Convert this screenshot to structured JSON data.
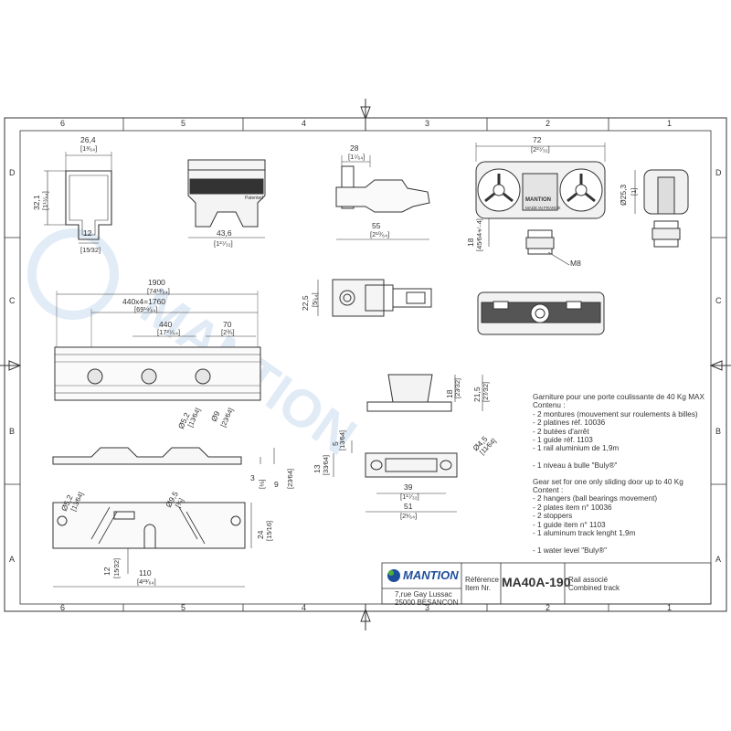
{
  "grid": {
    "cols_top": [
      "6",
      "5",
      "4",
      "3",
      "2",
      "1"
    ],
    "cols_bottom": [
      "6",
      "5",
      "4",
      "3",
      "2",
      "1"
    ],
    "rows_left": [
      "D",
      "C",
      "B",
      "A"
    ],
    "rows_right": [
      "D",
      "C",
      "B",
      "A"
    ]
  },
  "dims": {
    "rail_width": "26,4",
    "rail_width_in": "[1³⁄₆₄]",
    "rail_height": "32,1",
    "rail_height_in": "[1¹⁷⁄₆₄]",
    "rail_slot": "12",
    "rail_slot_in": "[15⁄32]",
    "guide_width": "43,6",
    "guide_width_in": "[1²⁷⁄₃₂]",
    "stopper_top": "28",
    "stopper_top_in": "[1⁷⁄₆₄]",
    "stopper_len": "55",
    "stopper_len_in": "[2¹⁰⁄₆₄]",
    "hanger_width": "72",
    "hanger_width_in": "[2²⁷⁄₃₂]",
    "hanger_height": "18",
    "hanger_height_in": "[45⁄64+⁄₋4]",
    "wheel_dia": "Ø25,3",
    "wheel_dia_in": "[1]",
    "bolt": "M8",
    "stopper_plan": "22,5",
    "stopper_plan_in": "[5⁄₆₄]",
    "track_len": "1900",
    "track_len_in": "[74¹³⁄₆₄]",
    "track_span": "440x4=1760",
    "track_span_in": "[69¹⁹⁄₆₄]",
    "track_pitch": "440",
    "track_pitch_in": "[17²⁷⁄₆₄]",
    "track_end": "70",
    "track_end_in": "[2¾]",
    "hole_a": "Ø5,2",
    "hole_a_in": "[13⁄64]",
    "hole_b": "Ø9",
    "hole_b_in": "[23⁄64]",
    "block_h1": "18",
    "block_h1_in": "[23⁄32]",
    "block_h2": "21,5",
    "block_h2_in": "[27⁄32]",
    "plate_t": "3",
    "plate_t_in": "[⅛]",
    "plate_h": "9",
    "plate_h_in": "[23⁄64]",
    "guide_t": "5",
    "guide_t_in": "[13⁄64]",
    "guide_h": "13",
    "guide_h_in": "[33⁄64]",
    "guide_hole": "Ø4,5",
    "guide_hole_in": "[11⁄64]",
    "guide_inner": "39",
    "guide_inner_in": "[1¹⁷⁄₃₂]",
    "guide_outer": "51",
    "guide_outer_in": "[2¹⁄₆₄]",
    "plate_hole_a": "Ø5,2",
    "plate_hole_a_in": "[13⁄64]",
    "plate_hole_b": "Ø9,5",
    "plate_hole_b_in": "[⅜]",
    "plate_slot": "12",
    "plate_slot_in": "[15⁄32]",
    "plate_width": "24",
    "plate_width_in": "[15⁄16]",
    "plate_len": "110",
    "plate_len_in": "[4²³⁄₆₄]"
  },
  "labels": {
    "logo_stamp": "MANTION",
    "logo_sub": "Patented",
    "made_in": "MADE IN FRANCE"
  },
  "notes_fr": [
    "Garniture pour une porte coulissante de 40 Kg MAX",
    "Contenu :",
    "- 2 montures (mouvement sur roulements à billes)",
    "- 2 platines réf. 10036",
    "- 2 butées d'arrêt",
    "- 1 guide réf. 1103",
    "- 1 rail aluminium de 1,9m",
    "",
    "- 1 niveau à bulle \"Buly®\""
  ],
  "notes_en": [
    "Gear set for one only sliding door up to 40 Kg",
    "Content :",
    "- 2 hangers (ball bearings movement)",
    "- 2 plates item n° 10036",
    "- 2 stoppers",
    "- 1 guide item n° 1103",
    "- 1 aluminum track lenght 1,9m",
    "",
    "- 1 water level \"Buly®\""
  ],
  "title_block": {
    "company": "MANTION",
    "address_1": "7,rue Gay Lussac",
    "address_2": "25000 BESANCON",
    "ref_label_fr": "Référence",
    "ref_label_en": "Item Nr.",
    "reference": "MA40A-190",
    "desc_fr": "Rail associé",
    "desc_en": "Combined track"
  },
  "colors": {
    "line": "#333333",
    "watermark": "#c9dcf0",
    "logo_blue": "#1e4f9c",
    "logo_green": "#4caf3c"
  }
}
